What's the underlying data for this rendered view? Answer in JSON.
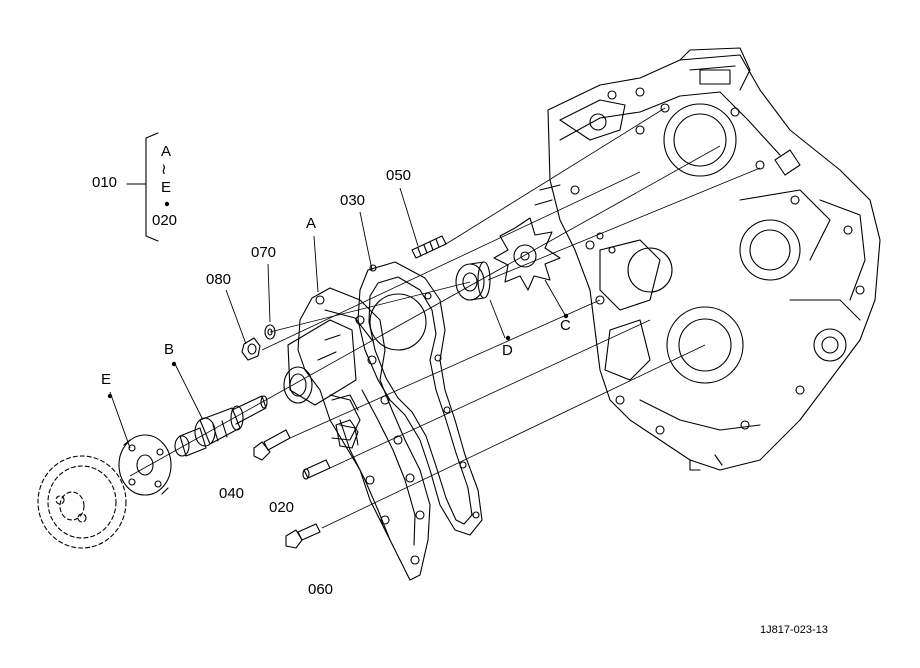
{
  "callouts": {
    "c010": "010",
    "range_start": "A",
    "range_sep": "≀",
    "range_end": "E",
    "c020_set": "020",
    "c030": "030",
    "c050": "050",
    "c070": "070",
    "c080": "080",
    "cA": "A",
    "cB": "B",
    "cC": "C",
    "cD": "D",
    "cE": "E",
    "c040": "040",
    "c020": "020",
    "c060": "060"
  },
  "drawing_ref": "1J817-023-13",
  "colors": {
    "ink": "#000000",
    "paper": "#ffffff"
  }
}
